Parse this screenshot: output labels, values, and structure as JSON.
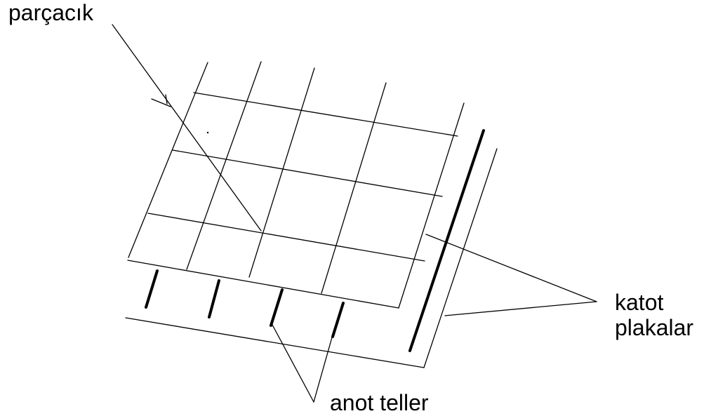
{
  "labels": {
    "particle": "parçacık",
    "cathode_line1": "katot",
    "cathode_line2": "plakalar",
    "anode": "anot teller"
  },
  "colors": {
    "ink": "#000000",
    "background": "#ffffff"
  }
}
